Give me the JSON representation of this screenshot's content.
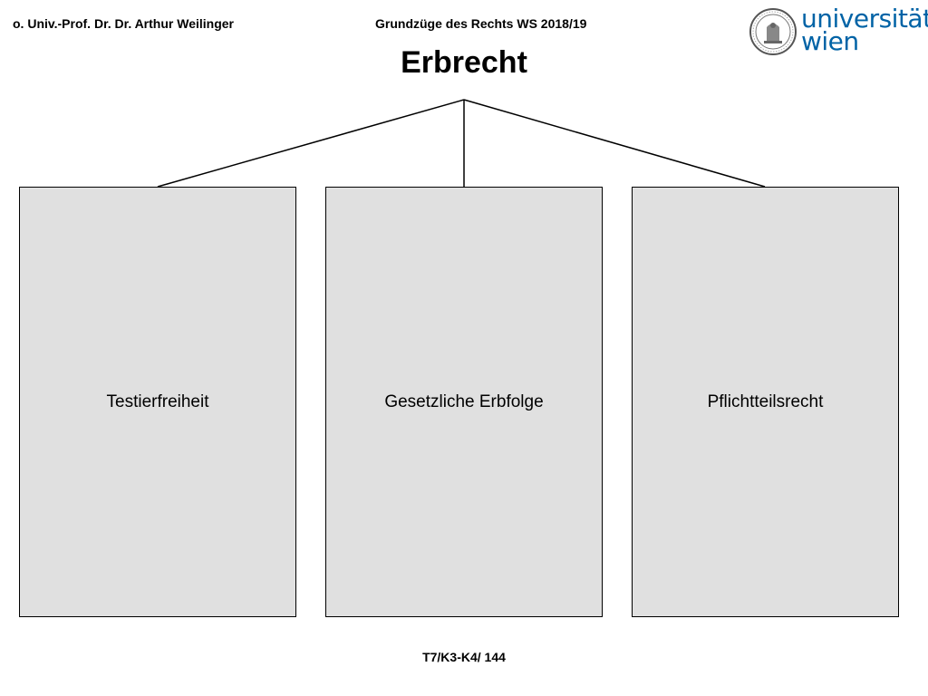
{
  "header": {
    "author": "o. Univ.-Prof. Dr. Dr. Arthur Weilinger",
    "course": "Grundzüge des Rechts WS 2018/19"
  },
  "logo": {
    "line1": "universität",
    "line2": "wien",
    "color": "#0063a6"
  },
  "diagram": {
    "root": "Erbrecht",
    "children": [
      {
        "label": "Testierfreiheit"
      },
      {
        "label": "Gesetzliche Erbfolge"
      },
      {
        "label": "Pflichtteilsrecht"
      }
    ],
    "box_fill": "#e0e0e0"
  },
  "footer": {
    "page_ref": "T7/K3-K4/ 144"
  }
}
